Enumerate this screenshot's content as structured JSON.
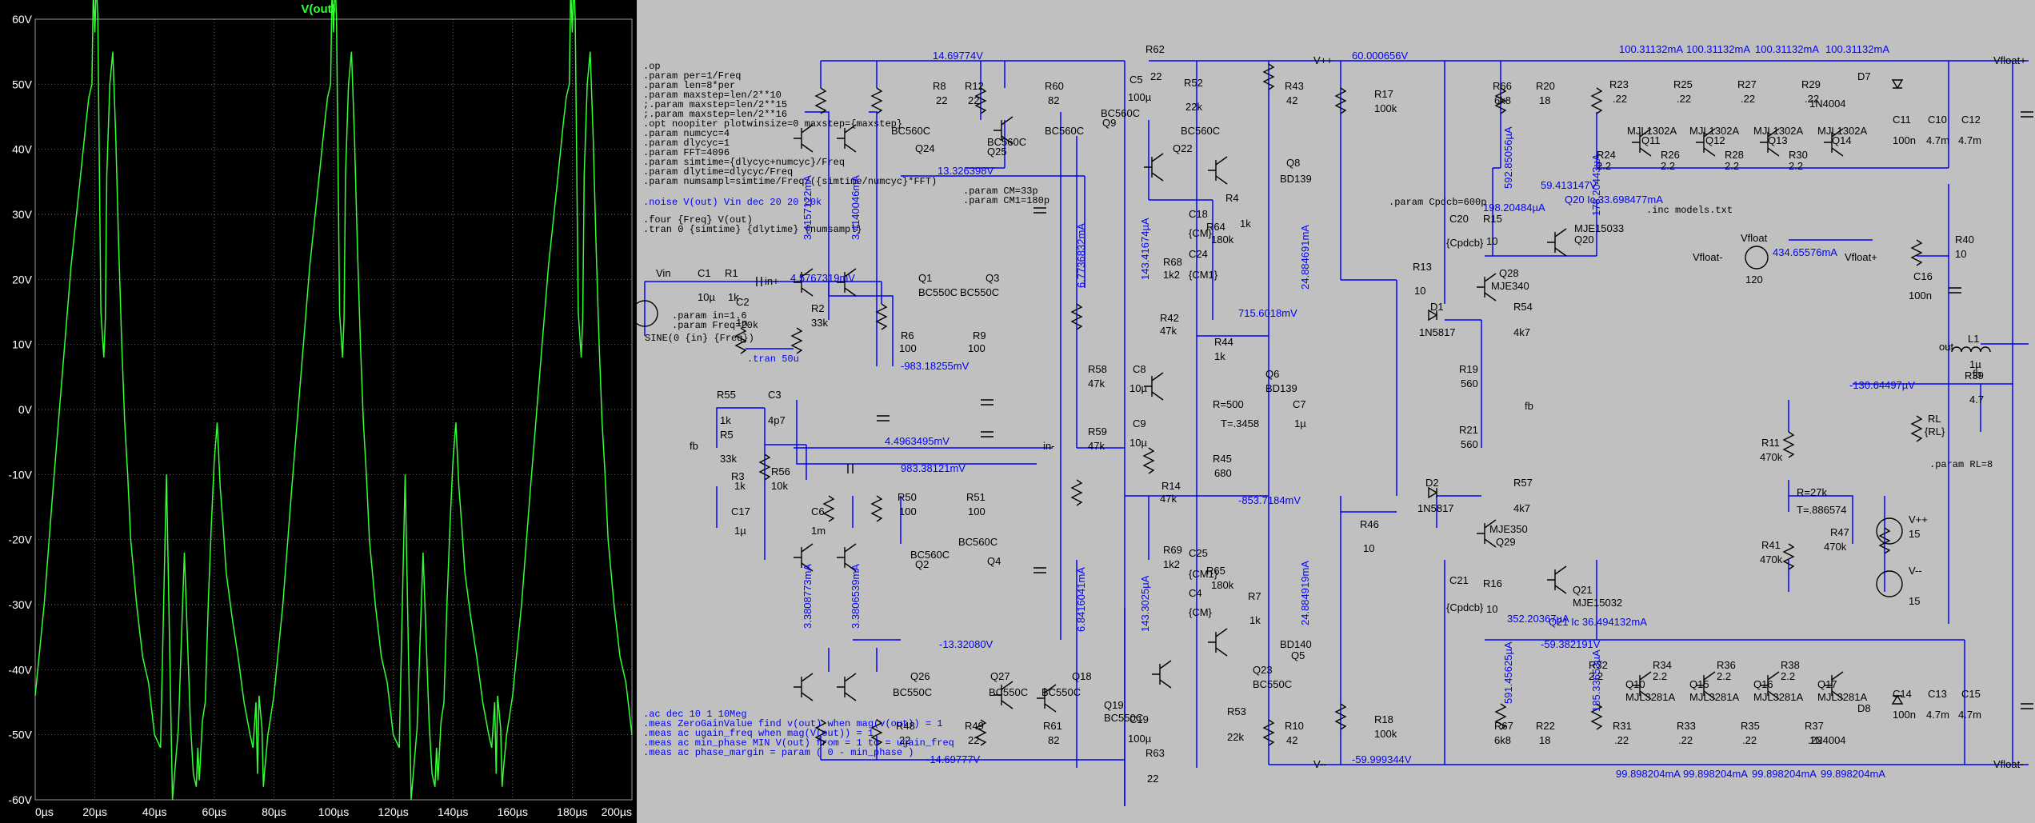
{
  "plot": {
    "trace_name": "V(out)",
    "trace_color": "#33ff33",
    "y_ticks": [
      "60V",
      "50V",
      "40V",
      "30V",
      "20V",
      "10V",
      "0V",
      "-10V",
      "-20V",
      "-30V",
      "-40V",
      "-50V",
      "-60V"
    ],
    "x_ticks": [
      "0µs",
      "20µs",
      "40µs",
      "60µs",
      "80µs",
      "100µs",
      "120µs",
      "140µs",
      "160µs",
      "180µs",
      "200µs"
    ]
  },
  "chart_data": {
    "type": "line",
    "title": "V(out)",
    "xlabel": "",
    "ylabel": "",
    "xlim": [
      0,
      200
    ],
    "ylim": [
      -60,
      60
    ],
    "x_unit": "µs",
    "y_unit": "V",
    "grid": true,
    "series": [
      {
        "name": "V(out)",
        "x": [
          0,
          3,
          6,
          9,
          12,
          15,
          17,
          18,
          19,
          19.5,
          20,
          20.5,
          21,
          22,
          23,
          23.5,
          24,
          25,
          26,
          27,
          28,
          29,
          30,
          31,
          32,
          34,
          36,
          38,
          40,
          42,
          44,
          46,
          48,
          50,
          52,
          53,
          54,
          54.5,
          55,
          56,
          57,
          58,
          59,
          60,
          61,
          62,
          63,
          64,
          66,
          68,
          70,
          72,
          73,
          74,
          74.5,
          75,
          76,
          76.5,
          77,
          78,
          79,
          80
        ],
        "y": [
          -44,
          -30,
          -12,
          5,
          22,
          35,
          44,
          48,
          50,
          65,
          58,
          66,
          60,
          15,
          8,
          14,
          36,
          50,
          55,
          42,
          25,
          10,
          -2,
          -10,
          -20,
          -30,
          -38,
          -42,
          -50,
          -52,
          -10,
          -60,
          -49,
          -22,
          -48,
          -56,
          -58,
          -52,
          -57,
          -48,
          -45,
          -30,
          -18,
          -8,
          -2,
          -12,
          -18,
          -25,
          -32,
          -38,
          -45,
          -50,
          -52,
          -45,
          -56,
          -44,
          -49,
          -58,
          -55,
          -50,
          -47,
          -44
        ]
      }
    ]
  },
  "directives": {
    "lines": [
      ".op",
      ".param per=1/Freq",
      ".param len=8*per",
      ".param maxstep=len/2**10",
      ";.param maxstep=len/2**15",
      ";.param maxstep=len/2**16",
      ".opt noopiter plotwinsize=0 maxstep={maxstep}",
      ".param numcyc=4",
      ".param dlycyc=1",
      ".param FFT=4096",
      ".param simtime={dlycyc+numcyc}/Freq",
      ".param dlytime=dlycyc/Freq",
      ".param numsampl=simtime/Freq/({simtime/numcyc}*FFT)"
    ],
    "noise": ".noise V(out) Vin dec 20 20 20k",
    "four": ".four {Freq} V(out)",
    "tran": ".tran 0 {simtime} {dlytime} {numsampl}",
    "meas": [
      ".ac dec 10 1 10Meg",
      ".meas ZeroGainValue find v(out) when mag(v(out)) = 1",
      ".meas ac ugain_freq when mag(V(out)) = 1",
      ".meas ac min_phase MIN V(out) from = 1 to = ugain_freq",
      ".meas ac phase_margin = param ( 0 - min_phase )"
    ],
    "param_cm": ".param CM=33p",
    "param_cm1": ".param CM1=180p",
    "param_cpdcb": ".param Cpdcb=600p",
    "inc": ".inc models.txt",
    "param_rl": ".param RL=8",
    "tran50": ".tran 50u",
    "param_in": ".param in=1.6",
    "param_freq": ".param Freq=20k",
    "sine": "SINE(0 {in} {Freq})"
  },
  "labels": {
    "vin": "Vin",
    "fb": "fb",
    "in_plus": "in+",
    "in_minus": "in-",
    "vpp": "V++",
    "vmm": "V--",
    "vfloat_p": "Vfloat+",
    "vfloat_m": "Vfloat-",
    "vfloat": "Vfloat",
    "out": "out",
    "fb2": "fb",
    "fb3": "fb"
  },
  "voltages": {
    "v1": "4.5767319mV",
    "v2": "4.4963495mV",
    "v3": "14.69774V",
    "v4": "-14.69777V",
    "v5": "13.326398V",
    "v6": "-983.18255mV",
    "v7": "983.38121mV",
    "v8": "-13.32080V",
    "v9": "715.6018mV",
    "v10": "-853.7184mV",
    "v11": "60.000656V",
    "v12": "-59.999344V",
    "v13": "59.413147V",
    "v14": "-59.382191V",
    "v15": "-130.64497µV"
  },
  "currents": {
    "i1": "3.4157122mA",
    "i2": "3.4140046mA",
    "i3": "6.7736832mA",
    "i4": "143.41674µA",
    "i5": "24.884691mA",
    "i6": "592.85056µA",
    "i7": "178.20443µA",
    "i8": "198.20484µA",
    "i9": "Q20 Ic 33.698477mA",
    "i10": "100.31132mA",
    "i11": "100.31132mA",
    "i12": "100.31132mA",
    "i13": "100.31132mA",
    "i14": "434.65576mA",
    "i15": "3.3808773mA",
    "i16": "3.3806539mA",
    "i17": "6.8416041mA",
    "i18": "143.3025µA",
    "i19": "24.884919mA",
    "i20": "591.45625µA",
    "i21": "185.33653µA",
    "i22": "352.20367µA",
    "i23": "Q21 Ic 36.494132mA",
    "i24": "99.898204mA",
    "i25": "99.898204mA",
    "i26": "99.898204mA",
    "i27": "99.898204mA"
  },
  "components": {
    "c1": "C1",
    "c1v": "10µ",
    "r1": "R1",
    "r1v": "1k",
    "c2": "C2",
    "c2v": "1n",
    "r2": "R2",
    "r2v": "33k",
    "r55": "R55",
    "r55v": "1k",
    "c3": "C3",
    "c3v": "4p7",
    "r5": "R5",
    "r5v": "33k",
    "r3": "R3",
    "r3v": "1k",
    "r56": "R56",
    "r56v": "10k",
    "c17": "C17",
    "c17v": "1µ",
    "c6": "C6",
    "c6v": "1m",
    "r8": "R8",
    "r8v": "22",
    "r12": "R12",
    "r12v": "22",
    "q24": "Q24",
    "q24m": "BC560C",
    "q25": "Q25",
    "q25m": "BC560C",
    "q1": "Q1",
    "q1m": "BC550C",
    "q3": "Q3",
    "q3m": "BC550C",
    "r6": "R6",
    "r6v": "100",
    "r9": "R9",
    "r9v": "100",
    "r50": "R50",
    "r50v": "100",
    "r51": "R51",
    "r51v": "100",
    "q2": "Q2",
    "q2m": "BC560C",
    "q4": "Q4",
    "q4m": "BC560C",
    "q26": "Q26",
    "q26m": "BC550C",
    "q27": "Q27",
    "q27m": "BC550C",
    "r48": "R48",
    "r48v": "22",
    "r49": "R49",
    "r49v": "22",
    "r60": "R60",
    "r60v": "82",
    "q9": "Q9",
    "q9m": "BC560C",
    "q9m2": "BC560C",
    "c5": "C5",
    "c5v": "100µ",
    "r62": "R62",
    "r62v": "22",
    "r52": "R52",
    "r52v": "22k",
    "r43": "R43",
    "r43v": "42",
    "q22": "Q22",
    "q22m": "BC560C",
    "q8": "Q8",
    "q8m": "BD139",
    "r4": "R4",
    "r4v": "1k",
    "c18": "C18",
    "c18v": "{CM}",
    "c24": "C24",
    "c24v": "{CM1}",
    "r64": "R64",
    "r64v": "180k",
    "r68": "R68",
    "r68v": "1k2",
    "r42": "R42",
    "r42v": "47k",
    "r44": "R44",
    "r44v": "1k",
    "q6": "Q6",
    "q6m": "BD139",
    "r58": "R58",
    "r58v": "47k",
    "c8": "C8",
    "c8v": "10µ",
    "rpot": "R=500",
    "tpot": "T=.3458",
    "r59": "R59",
    "r59v": "47k",
    "c9": "C9",
    "c9v": "10µ",
    "c7": "C7",
    "c7v": "1µ",
    "r45": "R45",
    "r45v": "680",
    "r14": "R14",
    "r14v": "47k",
    "r69": "R69",
    "r69v": "1k2",
    "c25": "C25",
    "c25v": "{CM1}",
    "c4": "C4",
    "c4v": "{CM}",
    "r65": "R65",
    "r65v": "180k",
    "r7": "R7",
    "r7v": "1k",
    "q5": "Q5",
    "q5m": "BD140",
    "q23": "Q23",
    "q23m": "BC550C",
    "r53": "R53",
    "r53v": "22k",
    "r10": "R10",
    "r10v": "42",
    "r63": "R63",
    "r63v": "22",
    "r61": "R61",
    "r61v": "82",
    "q18": "Q18",
    "q18m": "BC550C",
    "q19": "Q19",
    "q19m": "BC550C",
    "c19": "C19",
    "c19v": "100µ",
    "r17": "R17",
    "r17v": "100k",
    "r66": "R66",
    "r66v": "6k8",
    "r20": "R20",
    "r20v": "18",
    "r13": "R13",
    "r13v": "10",
    "c20": "C20",
    "c20v": "{Cpdcb}",
    "r15": "R15",
    "r15v": "10",
    "q20": "Q20",
    "q20m": "MJE15033",
    "q28": "Q28",
    "q28m": "MJE340",
    "d1": "D1",
    "d1m": "1N5817",
    "r54": "R54",
    "r54v": "4k7",
    "r19": "R19",
    "r19v": "560",
    "r21": "R21",
    "r21v": "560",
    "d2": "D2",
    "d2m": "1N5817",
    "r57": "R57",
    "r57v": "4k7",
    "r46": "R46",
    "r46v": "10",
    "q29": "Q29",
    "q29m": "MJE350",
    "c21": "C21",
    "c21v": "{Cpdcb}",
    "r16": "R16",
    "r16v": "10",
    "q21": "Q21",
    "q21m": "MJE15032",
    "r18": "R18",
    "r18v": "100k",
    "r67": "R67",
    "r67v": "6k8",
    "r22": "R22",
    "r22v": "18",
    "r23": "R23",
    "r23v": ".22",
    "r25": "R25",
    "r25v": ".22",
    "r27": "R27",
    "r27v": ".22",
    "r29": "R29",
    "r29v": ".22",
    "q11": "Q11",
    "q11m": "MJL1302A",
    "q12": "Q12",
    "q12m": "MJL1302A",
    "q13": "Q13",
    "q13m": "MJL1302A",
    "q14": "Q14",
    "q14m": "MJL1302A",
    "r24": "R24",
    "r24v": "2.2",
    "r26": "R26",
    "r26v": "2.2",
    "r28": "R28",
    "r28v": "2.2",
    "r30": "R30",
    "r30v": "2.2",
    "d7": "D7",
    "d7m": "1N4004",
    "c11": "C11",
    "c11v": "100n",
    "c10": "C10",
    "c10v": "4.7m",
    "c12": "C12",
    "c12v": "4.7m",
    "r40": "R40",
    "r40v": "10",
    "c16": "C16",
    "c16v": "100n",
    "l1": "L1",
    "l1v": "1µ",
    "r39": "R39",
    "r39v": "4.7",
    "rl": "RL",
    "rlv": "{RL}",
    "vfl_v": "120",
    "r11": "R11",
    "r11v": "470k",
    "rpot2": "R=27k",
    "tpot2": "T=.886574",
    "r47": "R47",
    "r47v": "470k",
    "r41": "R41",
    "r41v": "470k",
    "vpp_src": "V++",
    "vpp_v": "15",
    "vmm_src": "V--",
    "vmm_v": "15",
    "r32": "R32",
    "r32v": "2.2",
    "r34": "R34",
    "r34v": "2.2",
    "r36": "R36",
    "r36v": "2.2",
    "r38": "R38",
    "r38v": "2.2",
    "q10": "Q10",
    "q10m": "MJL3281A",
    "q15": "Q15",
    "q15m": "MJL3281A",
    "q16": "Q16",
    "q16m": "MJL3281A",
    "q17": "Q17",
    "q17m": "MJL3281A",
    "r31": "R31",
    "r31v": ".22",
    "r33": "R33",
    "r33v": ".22",
    "r35": "R35",
    "r35v": ".22",
    "r37": "R37",
    "r37v": ".22",
    "d8": "D8",
    "d8m": "1N4004",
    "c14": "C14",
    "c14v": "100n",
    "c13": "C13",
    "c13v": "4.7m",
    "c15": "C15",
    "c15v": "4.7m"
  },
  "colors": {
    "plot_bg": "#000000",
    "plot_grid": "#9a9a9a",
    "trace": "#33ff33",
    "schematic_bg": "#c0c0c0",
    "wire": "#0000ff",
    "component": "#000000",
    "annotation": "#0000ff"
  }
}
